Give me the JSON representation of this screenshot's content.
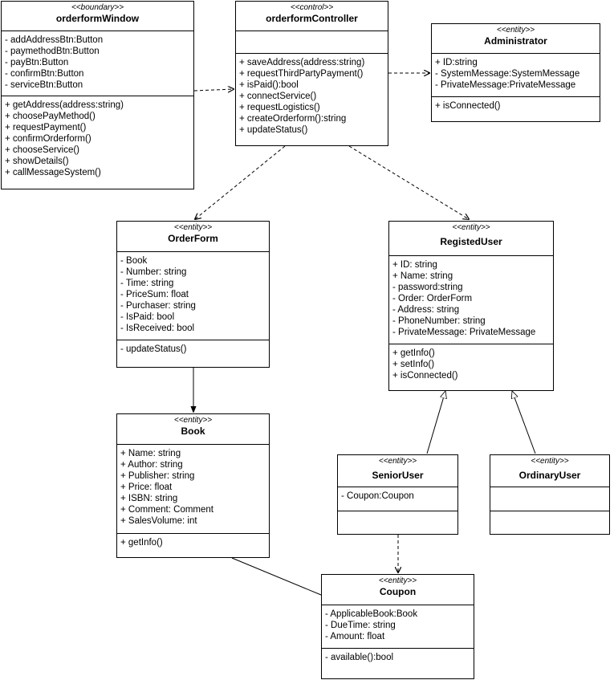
{
  "classes": {
    "orderformWindow": {
      "stereotype": "<<boundary>>",
      "name": "orderformWindow",
      "attributes": [
        "- addAddressBtn:Button",
        "- paymethodBtn:Button",
        "- payBtn:Button",
        "- confirmBtn:Button",
        "- serviceBtn:Button"
      ],
      "methods": [
        "+ getAddress(address:string)",
        "+ choosePayMethod()",
        "+ requestPayment()",
        "+ confirmOrderform()",
        "+ chooseService()",
        "+ showDetails()",
        "+ callMessageSystem()"
      ]
    },
    "orderformController": {
      "stereotype": "<<control>>",
      "name": "orderformController",
      "attributes": [],
      "methods": [
        "+ saveAddress(address:string)",
        "+ requestThirdPartyPayment()",
        "+ isPaid():bool",
        "+ connectService()",
        "+ requestLogistics()",
        "+ createOrderform():string",
        "+ updateStatus()"
      ]
    },
    "Administrator": {
      "stereotype": "<<entity>>",
      "name": "Administrator",
      "attributes": [
        "+ ID:string",
        "- SystemMessage:SystemMessage",
        "- PrivateMessage:PrivateMessage"
      ],
      "methods": [
        "+ isConnected()"
      ]
    },
    "OrderForm": {
      "stereotype": "<<entity>>",
      "name": "OrderForm",
      "attributes": [
        "- Book",
        "- Number: string",
        "- Time: string",
        "- PriceSum: float",
        "- Purchaser: string",
        "- IsPaid: bool",
        "- IsReceived: bool"
      ],
      "methods": [
        "- updateStatus()"
      ]
    },
    "RegistedUser": {
      "stereotype": "<<entity>>",
      "name": "RegistedUser",
      "attributes": [
        "+ ID: string",
        "+ Name: string",
        "- password:string",
        "- Order: OrderForm",
        "- Address: string",
        "- PhoneNumber: string",
        "- PrivateMessage: PrivateMessage"
      ],
      "methods": [
        "+ getInfo()",
        "+ setInfo()",
        "+ isConnected()"
      ]
    },
    "Book": {
      "stereotype": "<<entity>>",
      "name": "Book",
      "attributes": [
        "+ Name: string",
        "+ Author: string",
        "+ Publisher: string",
        "+ Price: float",
        "+ ISBN: string",
        "+ Comment: Comment",
        "+ SalesVolume: int"
      ],
      "methods": [
        "+ getInfo()"
      ]
    },
    "SeniorUser": {
      "stereotype": "<<entity>>",
      "name": "SeniorUser",
      "attributes": [
        "- Coupon:Coupon"
      ],
      "methods": []
    },
    "OrdinaryUser": {
      "stereotype": "<<entity>>",
      "name": "OrdinaryUser",
      "attributes": [],
      "methods": []
    },
    "Coupon": {
      "stereotype": "<<entity>>",
      "name": "Coupon",
      "attributes": [
        "- ApplicableBook:Book",
        "- DueTime: string",
        "- Amount: float"
      ],
      "methods": [
        "- available():bool"
      ]
    }
  },
  "relations": [
    {
      "from": "orderformWindow",
      "to": "orderformController",
      "kind": "dependency"
    },
    {
      "from": "orderformController",
      "to": "Administrator",
      "kind": "dependency"
    },
    {
      "from": "orderformController",
      "to": "OrderForm",
      "kind": "dependency"
    },
    {
      "from": "orderformController",
      "to": "RegistedUser",
      "kind": "dependency"
    },
    {
      "from": "OrderForm",
      "to": "Book",
      "kind": "association"
    },
    {
      "from": "SeniorUser",
      "to": "RegistedUser",
      "kind": "generalization"
    },
    {
      "from": "OrdinaryUser",
      "to": "RegistedUser",
      "kind": "generalization"
    },
    {
      "from": "SeniorUser",
      "to": "Coupon",
      "kind": "dependency"
    },
    {
      "from": "Book",
      "to": "Coupon",
      "kind": "link"
    }
  ]
}
